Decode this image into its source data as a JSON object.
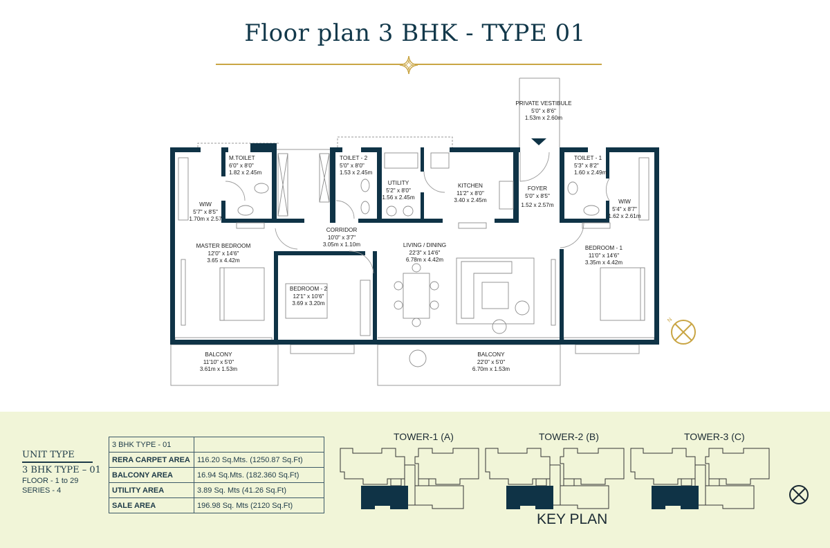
{
  "header": {
    "title": "Floor plan 3 BHK - TYPE 01"
  },
  "rooms": {
    "vestibule": {
      "name": "PRIVATE VESTIBULE",
      "imperial": "5'0\" x 8'6\"",
      "metric": "1.53m x 2.60m"
    },
    "m_toilet": {
      "name": "M.TOILET",
      "imperial": "6'0\" x 8'0\"",
      "metric": "1.82 x 2.45m"
    },
    "toilet_2": {
      "name": "TOILET - 2",
      "imperial": "5'0\" x 8'0\"",
      "metric": "1.53 x 2.45m"
    },
    "utility": {
      "name": "UTILITY",
      "imperial": "5'2\" x 8'0\"",
      "metric": "1.56 x 2.45m"
    },
    "kitchen": {
      "name": "KITCHEN",
      "imperial": "11'2\" x 8'0\"",
      "metric": "3.40 x 2.45m"
    },
    "foyer": {
      "name": "FOYER",
      "imperial": "5'0\" x 8'5\"",
      "metric": "1.52 x 2.57m"
    },
    "toilet_1": {
      "name": "TOILET - 1",
      "imperial": "5'3\" x 8'2\"",
      "metric": "1.60 x 2.49m"
    },
    "wiw_left": {
      "name": "WIW",
      "imperial": "5'7\" x 8'5\"",
      "metric": "1.70m x 2.57"
    },
    "wiw_right": {
      "name": "WIW",
      "imperial": "5'4\" x 8'7\"",
      "metric": "1.62 x 2.61m"
    },
    "corridor": {
      "name": "CORRIDOR",
      "imperial": "10'0\" x 3'7\"",
      "metric": "3.05m x 1.10m"
    },
    "master_bedroom": {
      "name": "MASTER BEDROOM",
      "imperial": "12'0\" x 14'6\"",
      "metric": "3.65 x 4.42m"
    },
    "living_dining": {
      "name": "LIVING / DINING",
      "imperial": "22'3\" x 14'6\"",
      "metric": "6.78m x 4.42m"
    },
    "bedroom_1": {
      "name": "BEDROOM - 1",
      "imperial": "11'0\" x 14'6\"",
      "metric": "3.35m x 4.42m"
    },
    "bedroom_2": {
      "name": "BEDROOM - 2",
      "imperial": "12'1\" x 10'6\"",
      "metric": "3.69 x 3.20m"
    },
    "balcony_left": {
      "name": "BALCONY",
      "imperial": "11'10\" x 5'0\"",
      "metric": "3.61m x 1.53m"
    },
    "balcony_right": {
      "name": "BALCONY",
      "imperial": "22'0\" x 5'0\"",
      "metric": "6.70m x 1.53m"
    }
  },
  "unit": {
    "heading": "UNIT TYPE",
    "type": "3 BHK TYPE – 01",
    "floor": "FLOOR - 1 to 29",
    "series": "SERIES - 4"
  },
  "area_table": {
    "header": "3 BHK TYPE - 01",
    "rows": [
      {
        "label": "RERA CARPET AREA",
        "value": "116.20 Sq.Mts. (1250.87 Sq.Ft)"
      },
      {
        "label": "BALCONY AREA",
        "value": "16.94 Sq.Mts. (182.360 Sq.Ft)"
      },
      {
        "label": "UTILITY AREA",
        "value": "3.89 Sq. Mts (41.26 Sq.Ft)"
      },
      {
        "label": "SALE AREA",
        "value": "196.98 Sq. Mts (2120 Sq.Ft)"
      }
    ]
  },
  "key_plan": {
    "title": "KEY PLAN",
    "towers": [
      "TOWER-1 (A)",
      "TOWER-2 (B)",
      "TOWER-3 (C)"
    ]
  },
  "colors": {
    "wall": "#0f3346",
    "gold": "#c9a544",
    "panel": "#f1f5d8"
  }
}
